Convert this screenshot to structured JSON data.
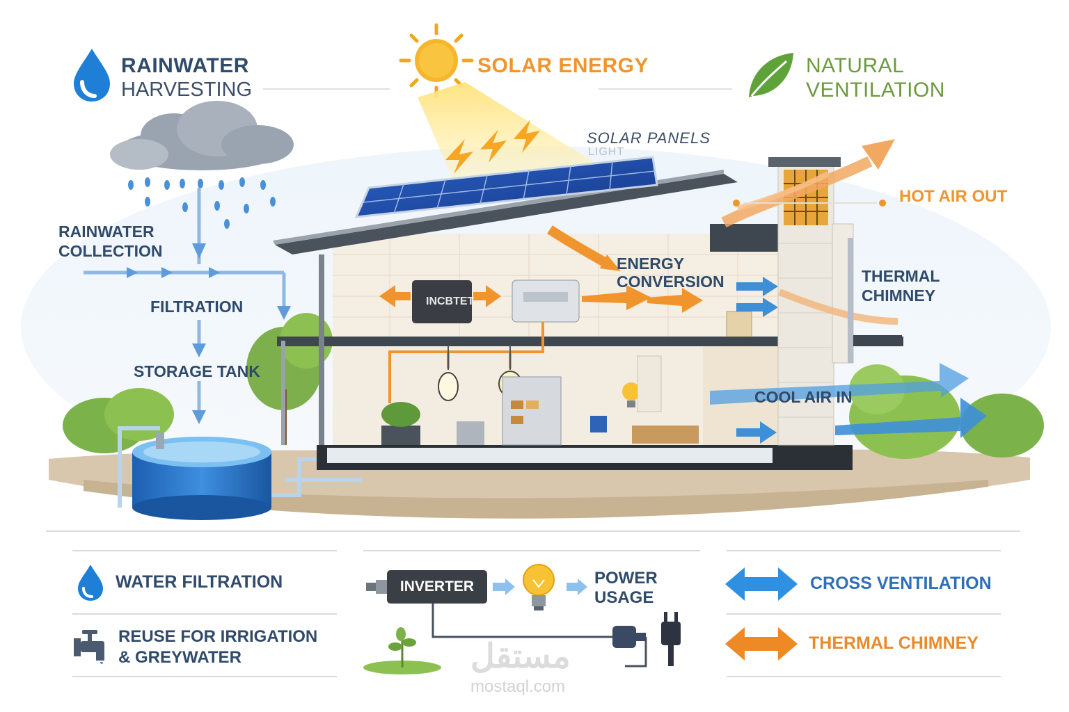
{
  "header": {
    "rainwater_line1": "RAINWATER",
    "rainwater_line2": "HARVESTING",
    "solar": "SOLAR ENERGY",
    "natural_line1": "NATURAL",
    "natural_line2": "VENTILATION"
  },
  "labels": {
    "solar_panels": "SOLAR PANELS",
    "light": "LIGHT",
    "rainwater_collection_1": "RAINWATER",
    "rainwater_collection_2": "COLLECTION",
    "filtration": "FILTRATION",
    "storage_tank": "STORAGE TANK",
    "energy_conversion_1": "ENERGY",
    "energy_conversion_2": "CONVERSION",
    "inverter_box": "INCBTET",
    "hot_air_out": "HOT AIR OUT",
    "thermal_chimney_1": "THERMAL",
    "thermal_chimney_2": "CHIMNEY",
    "cool_air_in": "COOL AIR IN"
  },
  "legend": {
    "water_filtration": "WATER FILTRATION",
    "reuse_1": "REUSE FOR IRRIGATION",
    "reuse_2": "& GREYWATER",
    "inverter": "INVERTER",
    "power_usage_1": "POWER",
    "power_usage_2": "USAGE",
    "cross_ventilation": "CROSS VENTILATION",
    "thermal_chimney": "THERMAL CHIMNEY"
  },
  "watermark": {
    "arabic": "مستقل",
    "site": "mostaql.com"
  },
  "colors": {
    "navy": "#2f4a6a",
    "orange": "#f0952e",
    "green": "#6a9a3c",
    "blue": "#3d8fd8",
    "water": "#1f6fc0"
  },
  "icons": [
    "water-drop-icon",
    "sun-icon",
    "leaf-icon",
    "cloud-icon",
    "faucet-icon",
    "lightbulb-icon",
    "plug-icon",
    "plant-icon"
  ]
}
